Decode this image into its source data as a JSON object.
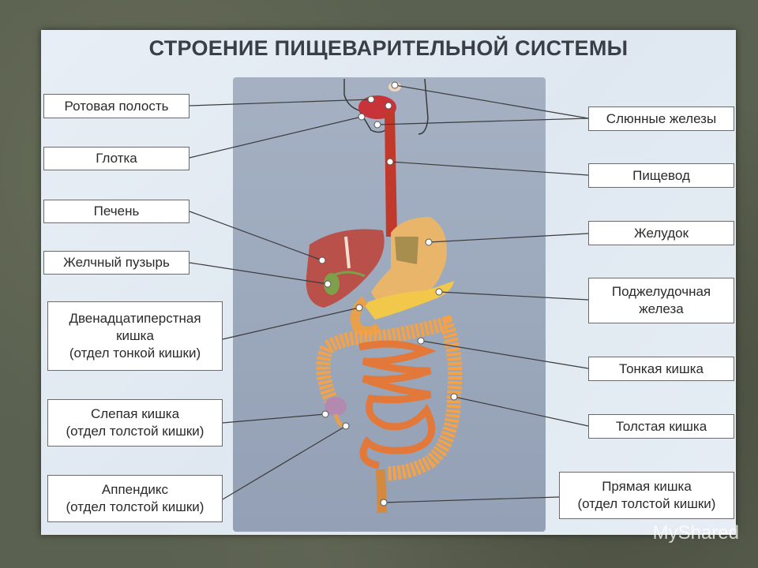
{
  "title": "СТРОЕНИЕ ПИЩЕВАРИТЕЛЬНОЙ СИСТЕМЫ",
  "labels_left": {
    "oral_cavity": "Ротовая полость",
    "pharynx": "Глотка",
    "liver": "Печень",
    "gallbladder": "Желчный пузырь",
    "duodenum": "Двенадцатиперстная\nкишка\n(отдел тонкой кишки)",
    "cecum": "Слепая кишка\n(отдел толстой кишки)",
    "appendix": "Аппендикс\n(отдел толстой кишки)"
  },
  "labels_right": {
    "salivary_glands": "Слюнные железы",
    "esophagus": "Пищевод",
    "stomach": "Желудок",
    "pancreas": "Поджелудочная\nжелеза",
    "small_intestine": "Тонкая кишка",
    "large_intestine": "Толстая кишка",
    "rectum": "Прямая кишка\n(отдел толстой кишки)"
  },
  "watermark": "MyShared",
  "colors": {
    "esophagus": "#c0392b",
    "liver": "#b9514a",
    "stomach": "#e9b56a",
    "intestine": "#f0a04b",
    "pancreas": "#f2c84b"
  }
}
